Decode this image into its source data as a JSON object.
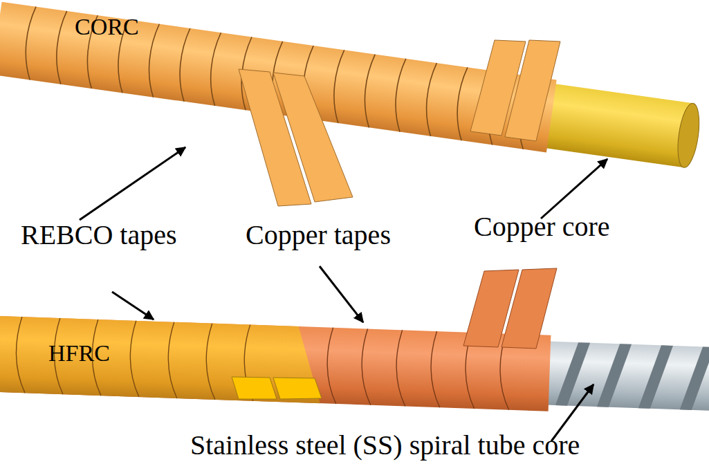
{
  "diagram": {
    "labels": [
      "CORC",
      "REBCO tapes",
      "Copper tapes",
      "Copper core",
      "HFRC",
      "Stainless steel (SS) spiral tube core"
    ]
  }
}
